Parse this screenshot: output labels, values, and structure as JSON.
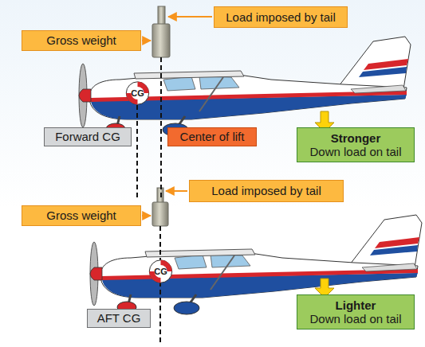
{
  "diagram": {
    "nodes": [
      {
        "text": [
          "Load imposed by tail"
        ]
      },
      {
        "text": [
          "Gross weight"
        ]
      },
      {
        "text": [
          "CG"
        ]
      },
      {
        "text": [
          "Forward CG"
        ]
      },
      {
        "text": [
          "Center of lift"
        ]
      },
      {
        "text": [
          "Stronger",
          "Down load on tail"
        ]
      },
      {
        "text": [
          "Load imposed by tail"
        ]
      },
      {
        "text": [
          "Gross weight"
        ]
      },
      {
        "text": [
          "CG"
        ]
      },
      {
        "text": [
          "AFT CG"
        ]
      },
      {
        "text": [
          "Lighter",
          "Down load on tail"
        ]
      }
    ]
  }
}
